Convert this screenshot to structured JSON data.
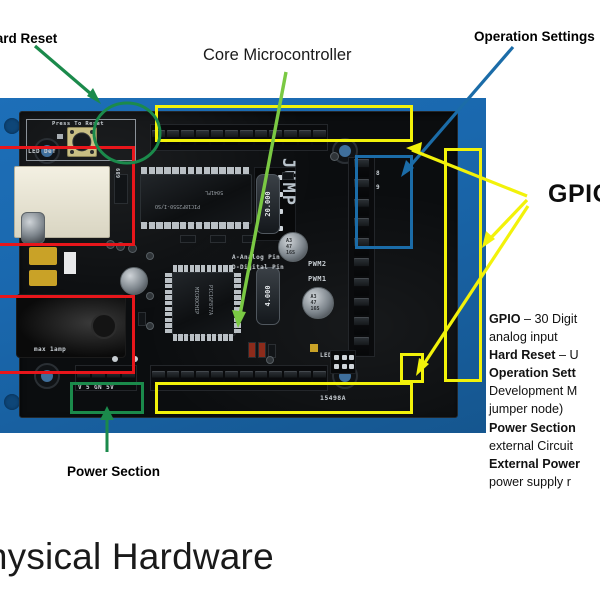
{
  "slide": {
    "title": "Physical Hardware",
    "title_visible_fragment": "sical Hardware"
  },
  "annotations": {
    "hard_reset": {
      "label": "Hard Reset",
      "visible_fragment": "et",
      "color": "#1b8a4b",
      "marker": "green-ellipse-and-arrow"
    },
    "core_microcontroller": {
      "label": "Core Microcontroller",
      "color": "#7ac943",
      "marker": "green-line-pointer"
    },
    "operation_settings": {
      "label": "Operation Settings",
      "visible_fragment": "Operation Setting",
      "color": "#1b6ca8",
      "marker": "blue-arrow-and-box"
    },
    "gpio": {
      "label": "GPIO",
      "color": "#f2f20a",
      "marker": "yellow-boxes-and-arrows"
    },
    "power_section": {
      "label": "Power Section",
      "color": "#1b8a4b",
      "marker": "green-box-and-arrow"
    },
    "usb_dc_boxes": {
      "color": "#e8161b",
      "marker": "red-boxes"
    }
  },
  "board_silkscreen": {
    "led_def": "LED Def",
    "press_to_reset": "Press To Reset",
    "max_1amp": "max 1amp",
    "analog_pin": "A-Analog Pin",
    "digital_pin": "D-Digital Pin",
    "pwm2": "PWM2",
    "pwm1": "PWM1",
    "board_id": "15498A",
    "jump": "JUMP",
    "mcu_top": "PIC18F2550-I/SO",
    "mcu_top_2": "5041FL",
    "mcu_bottom": "PIC16F877A",
    "mcu_brand": "MICROCHIP",
    "xtal_20": "20.000",
    "xtal_4": "4.000",
    "cap_a3": "A3 47 16S",
    "power_pins": [
      "V",
      "5",
      "GN",
      "5V"
    ],
    "header_digits": [
      "8",
      "9"
    ]
  },
  "legend": {
    "lines": [
      {
        "bold": "GPIO",
        "rest": " – 30 Digit"
      },
      {
        "bold": "",
        "rest": "analog input"
      },
      {
        "bold": "Hard Reset",
        "rest": " – U"
      },
      {
        "bold": "Operation Sett",
        "rest": ""
      },
      {
        "bold": "",
        "rest": "Development M"
      },
      {
        "bold": "",
        "rest": "jumper node)"
      },
      {
        "bold": "Power Section",
        "rest": ""
      },
      {
        "bold": "",
        "rest": "external Circuit"
      },
      {
        "bold": "External Power",
        "rest": ""
      },
      {
        "bold": "",
        "rest": "power supply r"
      }
    ]
  }
}
